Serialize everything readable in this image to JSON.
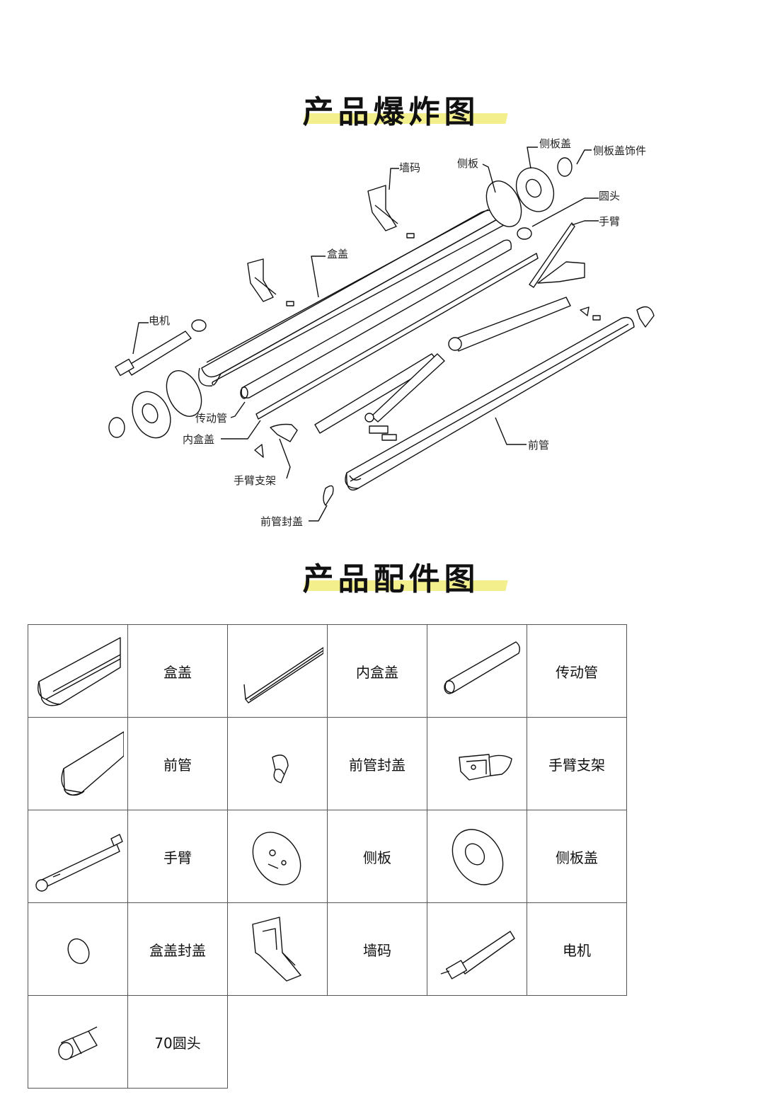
{
  "titles": {
    "explode": "产品爆炸图",
    "parts": "产品配件图"
  },
  "callouts": {
    "side_cover": "侧板盖",
    "side_cover_trim": "侧板盖饰件",
    "wall_bracket": "墙码",
    "side_plate": "侧板",
    "round_head": "圆头",
    "arm": "手臂",
    "box_cover": "盒盖",
    "motor": "电机",
    "drive_tube": "传动管",
    "inner_box_cover": "内盒盖",
    "arm_bracket": "手臂支架",
    "front_tube": "前管",
    "front_tube_cap": "前管封盖"
  },
  "parts_table": [
    [
      "盒盖",
      "内盒盖",
      "传动管"
    ],
    [
      "前管",
      "前管封盖",
      "手臂支架"
    ],
    [
      "手臂",
      "侧板",
      "侧板盖"
    ],
    [
      "盒盖封盖",
      "墙码",
      "电机"
    ],
    [
      "70圆头"
    ]
  ]
}
